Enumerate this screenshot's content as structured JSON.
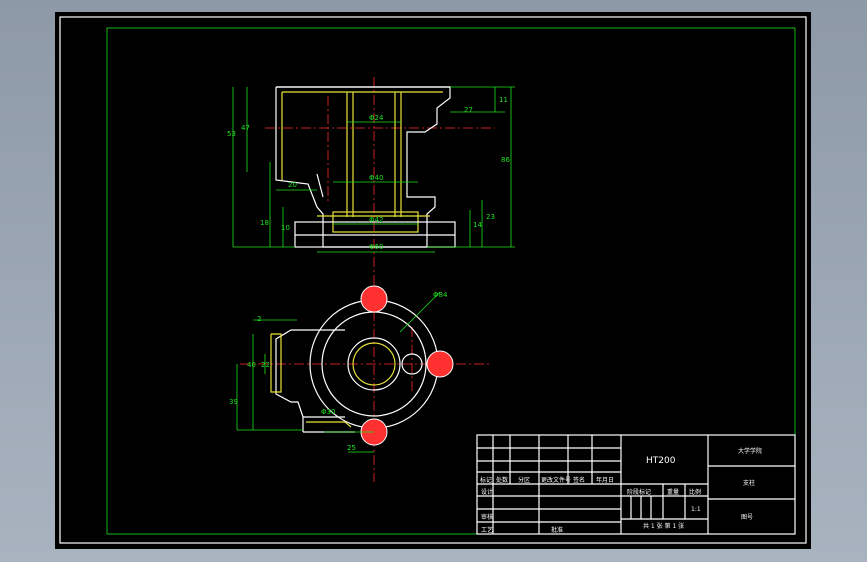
{
  "drawing": {
    "front_view": {
      "dimensions": [
        "11",
        "27",
        "86",
        "23",
        "14",
        "53",
        "47",
        "20",
        "18",
        "10",
        "Φ24",
        "Φ40",
        "Φ42",
        "Φ60"
      ]
    },
    "top_view": {
      "dimensions": [
        "Φ84",
        "2",
        "40",
        "22",
        "39",
        "Φ30",
        "25"
      ]
    },
    "title_block": {
      "material": "HT200",
      "org": "大学学院",
      "part_name": "支柱",
      "drawing_no": "图号",
      "scale": "1:1",
      "sheet": "共 1 张 第 1 张",
      "headers": [
        "标记",
        "处数",
        "分区",
        "更改文件号",
        "签名",
        "年月日"
      ],
      "row_labels": [
        "设计",
        "审核",
        "工艺"
      ],
      "approval": "批准",
      "stage_labels": [
        "阶段标记",
        "重量",
        "比例"
      ]
    }
  }
}
